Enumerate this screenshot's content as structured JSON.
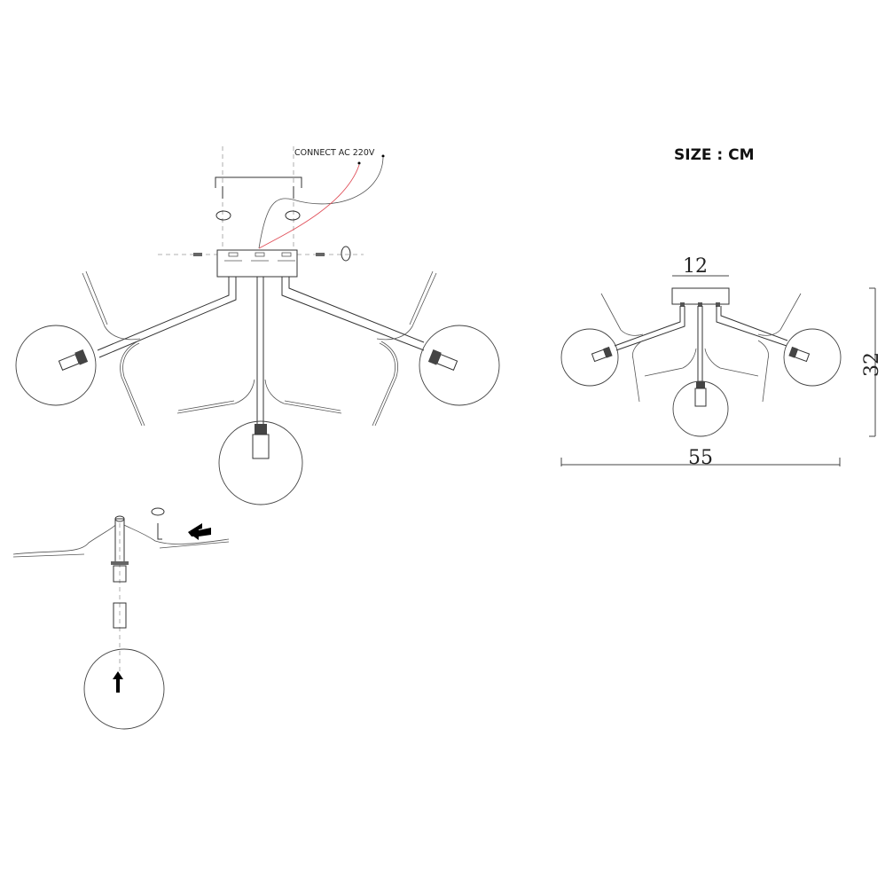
{
  "wiring_label": "CONNECT AC 220V",
  "size_label": "SIZE : CM",
  "dimensions": {
    "canopy_width": "12",
    "overall_width": "55",
    "overall_height": "32"
  },
  "colors": {
    "live_wire": "#e0505a",
    "line": "#333333"
  }
}
